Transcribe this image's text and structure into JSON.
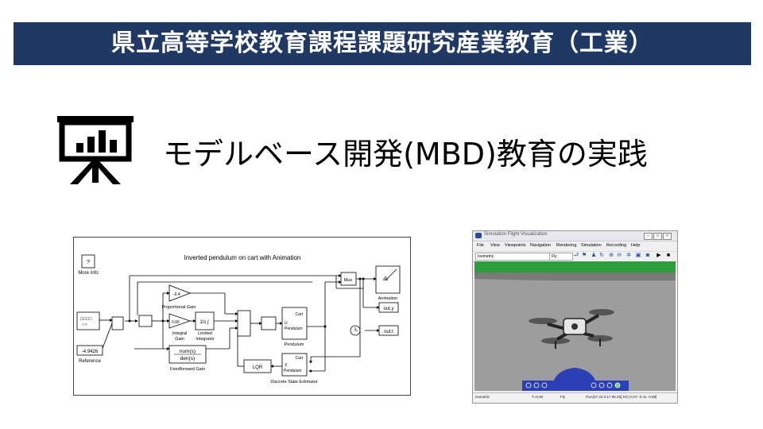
{
  "banner": {
    "title": "県立高等学校教育課程課題研究産業教育（工業）"
  },
  "subtitle": "モデルベース開発(MBD)教育の実践",
  "icons": {
    "presentation": "presentation-chart-icon"
  },
  "colors": {
    "banner_bg": "#1f3864",
    "banner_text": "#ffffff"
  },
  "simulink": {
    "title": "Inverted pendulum on cart with Animation",
    "more_info": "More Info",
    "more_info_symbol": "?",
    "reference": "Reference",
    "reference_value": "-4.9426",
    "prop_gain_value": "-9.4",
    "prop_gain": "Proportional Gain",
    "int_gain_value": "0.06",
    "int_gain": "Integral\nGain",
    "limited_integrator": "Limited\nIntegrator",
    "integrator_symbol": "1/s ∫",
    "feedforward_gain": "Feedforward Gain",
    "ff_num": "num(s)",
    "ff_den": "den(s)",
    "pendulum": "Pendulum",
    "pendulum_cart": "Cart",
    "pendulum_u": "U",
    "pendulum_inner": "Pendulum",
    "estimator": "Discrete State Estimator",
    "estimator_cart": "Cart",
    "estimator_x": "X",
    "estimator_inner": "Pendulum",
    "lqr": "LQR",
    "mux": "Mux",
    "animation": "Animation",
    "out_y": "out.y",
    "out_t": "out.t"
  },
  "flightviz": {
    "title": "Simulation Flight Visualization",
    "menu": [
      "File",
      "View",
      "Viewpoints",
      "Navigation",
      "Rendering",
      "Simulation",
      "Recording",
      "Help"
    ],
    "viewpoint_combo": "Isometric",
    "mode_combo": "Fly",
    "status_view": "Isometric",
    "status_time": "T=0.00",
    "status_mode": "Fly",
    "status_pos": "Pos:[57.23 0.17 95.25] Dir:[-0.07 -0.41 -0.68]"
  }
}
